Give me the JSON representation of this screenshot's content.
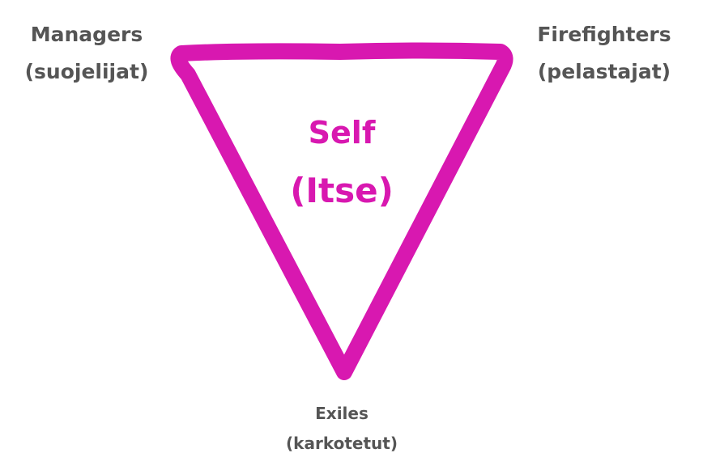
{
  "colors": {
    "accent": "#D818B0",
    "label": "#555555"
  },
  "diagram": {
    "shape": "inverted-triangle",
    "center": {
      "line1": "Self",
      "line2": "(Itse)"
    },
    "top_left": {
      "line1": "Managers",
      "line2": "(suojelijat)"
    },
    "top_right": {
      "line1": "Firefighters",
      "line2": "(pelastajat)"
    },
    "bottom": {
      "line1": "Exiles",
      "line2": "(karkotetut)"
    }
  }
}
